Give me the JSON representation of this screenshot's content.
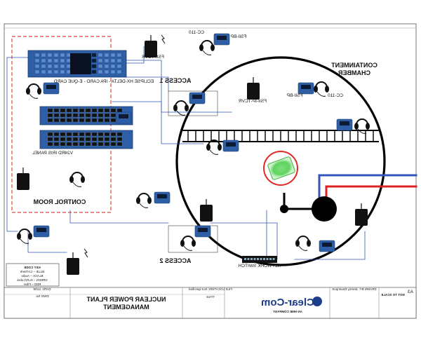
{
  "diagram": {
    "areas": {
      "control_room": "CONTROL ROOM",
      "containment_chamber": "CONTAINMENT CHAMBER",
      "access_1": "ACCESS 1",
      "access_2": "ACCESS 2"
    },
    "devices": {
      "eclipse_frame": "ECLIPSE HX-DELTA - IPA CARD - E-QUE CARD",
      "v24rd_panel": "V24RD IRIS PANEL",
      "fsii_tcvr": "FSII-TCVR",
      "fsii_ip_tcvr": "FSII-IP-TCVR",
      "fsii_bp_top": "FSII-BP",
      "cc110_top": "CC-110",
      "fsii_bp_chamber": "FSII-BP",
      "cc110_chamber": "CC-110",
      "network_switch": "NETWORK SWITCH"
    },
    "key_code": {
      "title": "KEY CODE",
      "lines": [
        "BLUE – CAT5e/6",
        "BLACK – Audio",
        "GREEN – KLR/Cobra",
        "RED – Fiber"
      ]
    },
    "title_block": {
      "project_title": "NUCLEAR POWER PLANT MANAGEMENT",
      "logo_name": "Clear-Com",
      "logo_tagline": "AN HME COMPANY",
      "scale_note": "NOT TO SCALE",
      "sheet_size": "A3",
      "small_text": [
        "FILE LOCATION: Not specified",
        "TITLE",
        "DATE: 11/08",
        "DRAWN BY: Jeremy Davenport",
        "DWG No."
      ]
    },
    "colors": {
      "device_blue": "#2e5fa6",
      "cable_blue": "#3355bb",
      "cable_red": "#dd2222",
      "dashed_red": "#e04040",
      "green_glow": "#5fd35f"
    }
  }
}
